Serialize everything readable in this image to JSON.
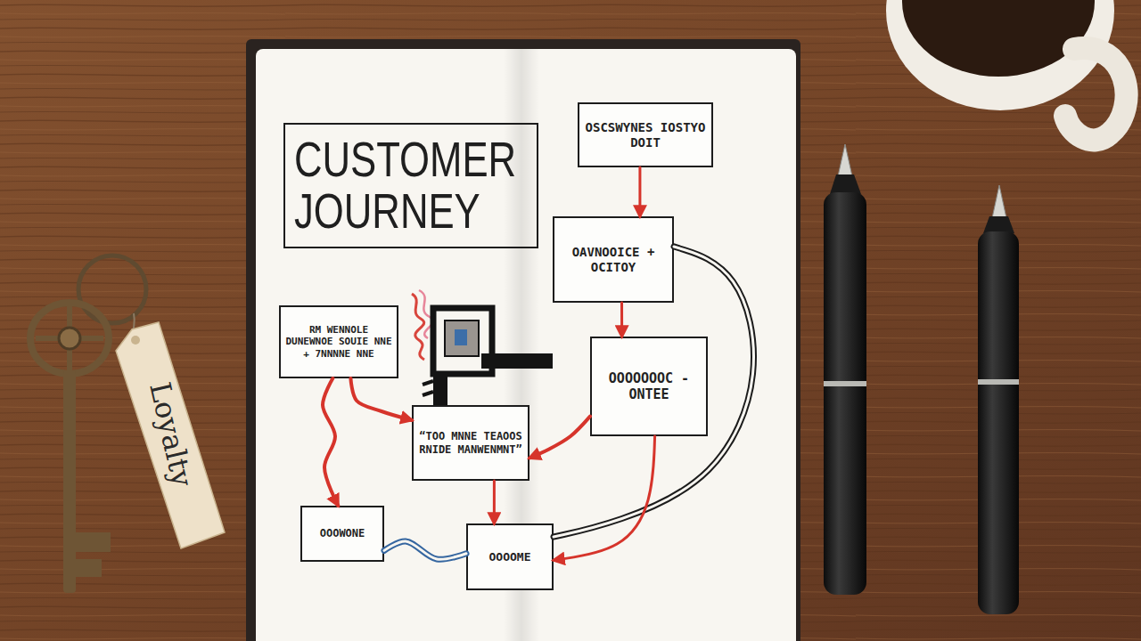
{
  "diagram": {
    "title": "CUSTOMER JOURNEY",
    "nodes": [
      {
        "text": [
          "OSCSWYNES IOSTYO DOIT"
        ]
      },
      {
        "text": [
          "OAVNOOICE + OCITOY"
        ]
      },
      {
        "text": [
          "RM WENNOLE DUNEWNOE SOUIE NNE + 7NNNNE NNE"
        ]
      },
      {
        "text": [
          "OOOOOOOC - ONTEE"
        ]
      },
      {
        "text": [
          "“TOO MNNE TEAOOS RNIDE MANWENMNT”"
        ]
      },
      {
        "text": [
          "OOOWONE"
        ]
      },
      {
        "text": [
          "OOOOME"
        ]
      }
    ],
    "edges": [
      {
        "from": 0,
        "to": 1,
        "arrow": "to"
      },
      {
        "from": 1,
        "to": 3,
        "arrow": "to"
      },
      {
        "from": 1,
        "to": 6,
        "arrow": "none"
      },
      {
        "from": 2,
        "to": 5,
        "arrow": "to"
      },
      {
        "from": 2,
        "to": 4,
        "arrow": "to"
      },
      {
        "from": 3,
        "to": 4,
        "arrow": "to"
      },
      {
        "from": 4,
        "to": 6,
        "arrow": "to"
      },
      {
        "from": 3,
        "to": 6,
        "arrow": "to"
      },
      {
        "from": 5,
        "to": 6,
        "arrow": "none"
      }
    ],
    "labels": [
      "Loyalty"
    ]
  }
}
